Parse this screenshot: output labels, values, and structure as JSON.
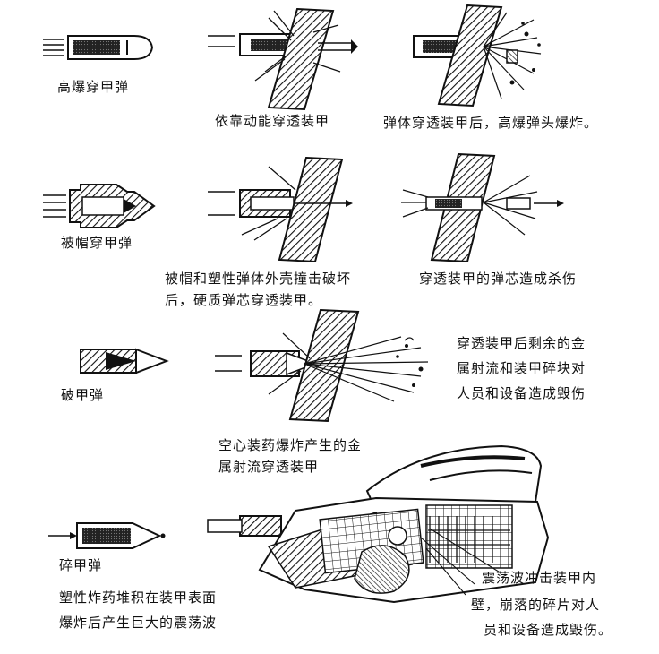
{
  "labels": {
    "row1": {
      "name": "高爆穿甲弹",
      "stage1": "依靠动能穿透装甲",
      "stage2": "弹体穿透装甲后，高爆弹头爆炸。"
    },
    "row2": {
      "name": "被帽穿甲弹",
      "stage1_line1": "被帽和塑性弹体外壳撞击破坏",
      "stage1_line2": "后，硬质弹芯穿透装甲。",
      "stage2": "穿透装甲的弹芯造成杀伤"
    },
    "row3": {
      "name": "破甲弹",
      "stage1_line1": "空心装药爆炸产生的金",
      "stage1_line2": "属射流穿透装甲",
      "stage2_line1": "穿透装甲后剩余的金",
      "stage2_line2": "属射流和装甲碎块对",
      "stage2_line3": "人员和设备造成毁伤"
    },
    "row4": {
      "name": "碎甲弹",
      "stage1_line1": "塑性炸药堆积在装甲表面",
      "stage1_line2": "爆炸后产生巨大的震荡波",
      "stage2_line1": "震荡波冲击装甲内",
      "stage2_line2": "壁，崩落的碎片对人",
      "stage2_line3": "员和设备造成毁伤。"
    }
  }
}
